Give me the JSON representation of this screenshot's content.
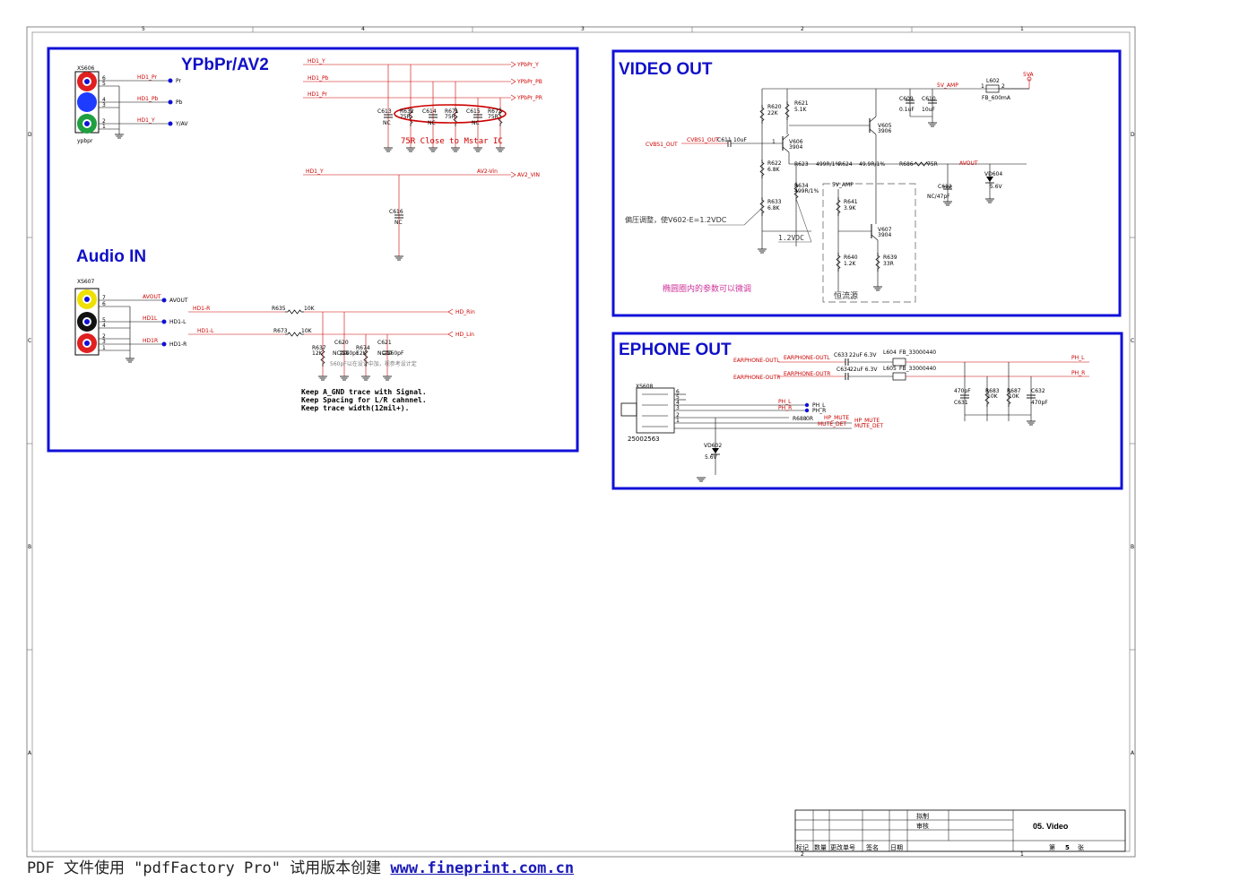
{
  "sections": {
    "ypbpr": {
      "title": "YPbPr/AV2",
      "connector_ref": "XS606",
      "connector_name": "ypbpr",
      "pins": [
        "6",
        "5",
        "4",
        "3",
        "2",
        "1"
      ],
      "nets": [
        "HD1_Pr",
        "HD1_Pb",
        "HD1_Y"
      ],
      "ports": [
        "Pr",
        "Pb",
        "Y/AV"
      ],
      "pin_one": "1",
      "bus_nets": [
        "HD1_Y",
        "HD1_Pb",
        "HD1_Pr"
      ],
      "bus_ports": [
        "YPbPr_Y",
        "YPbPr_PB",
        "YPbPr_PR"
      ],
      "parts": [
        {
          "ref": "C613",
          "val": "NC"
        },
        {
          "ref": "R632",
          "val": "75R"
        },
        {
          "ref": "C614",
          "val": "NC"
        },
        {
          "ref": "R671",
          "val": "75R"
        },
        {
          "ref": "C615",
          "val": "NC"
        },
        {
          "ref": "R672",
          "val": "75R"
        }
      ],
      "note": "75R Close to Mstar IC",
      "av_net": "HD1_Y",
      "av_port": "AV2_VIN",
      "av_net2": "AV2-Vin",
      "cap": {
        "ref": "C616",
        "val": "NC"
      }
    },
    "audio": {
      "title": "Audio IN",
      "connector_ref": "XS607",
      "pins": [
        "7",
        "6",
        "5",
        "4",
        "2",
        "3",
        "1"
      ],
      "nets": [
        "AVOUT",
        "HD1L",
        "HD1R"
      ],
      "ports": [
        "AVOUT",
        "HD1-L",
        "HD1-R"
      ],
      "lines": [
        {
          "net": "HD1-R",
          "res": "R635",
          "val": "10K",
          "port": "HD_Rin"
        },
        {
          "net": "HD1-L",
          "res": "R673",
          "val": "10K",
          "port": "HD_Lin"
        }
      ],
      "parts": [
        {
          "ref": "R637",
          "val": "12K"
        },
        {
          "ref": "C620",
          "val": "NC/560pF"
        },
        {
          "ref": "R674",
          "val": "12K"
        },
        {
          "ref": "C621",
          "val": "NC/560pF"
        }
      ],
      "small_note": "560pF以在设计中加，视参考设计定",
      "notes": [
        "Keep A_GND trace with Signal.",
        "Keep Spacing for L/R cahnnel.",
        "Keep trace width(12mil+)."
      ]
    },
    "video_out": {
      "title": "VIDEO OUT",
      "input_net": "CVBS1_OUT",
      "input_net2": "CVBS1_OUT",
      "c611": {
        "ref": "C611",
        "val": "10uF"
      },
      "parts": [
        {
          "ref": "R620",
          "val": "22K"
        },
        {
          "ref": "R621",
          "val": "5.1K"
        },
        {
          "ref": "R622",
          "val": "6.8K"
        },
        {
          "ref": "R633",
          "val": "6.8K"
        },
        {
          "ref": "R634",
          "val": "499R/1%"
        },
        {
          "ref": "R641",
          "val": "3.9K"
        },
        {
          "ref": "R640",
          "val": "1.2K"
        },
        {
          "ref": "R639",
          "val": "33R"
        }
      ],
      "q_v606": {
        "ref": "V606",
        "type": "3904"
      },
      "q_v605": {
        "ref": "V605",
        "type": "3906"
      },
      "q_v607": {
        "ref": "V607",
        "type": "3904"
      },
      "r623": "R623",
      "r623_val": "499R/1%",
      "r624": "R624",
      "r624_val": "49.9R/1%",
      "r686": "R686",
      "r686_val": "75R",
      "avout": "AVOUT",
      "c609": {
        "ref": "C609",
        "val": "0.1uF"
      },
      "c610": {
        "ref": "C610",
        "val": "10uF"
      },
      "net_5vamp": "5V_AMP",
      "l602": {
        "ref": "L602",
        "val": "FB_600mA"
      },
      "v5": "5VA",
      "c612": {
        "ref": "C612",
        "val": "NC/47pF"
      },
      "vd604": {
        "ref": "VD604",
        "val": "5.6V"
      },
      "note_bias": "偏压调整，使V602-E=1.2VDC",
      "note_vdc": "1.2VDC",
      "note_ellipse": "椭圆圈内的参数可以微调",
      "note_source": "恒流源",
      "pin_labels": [
        "1",
        "2",
        "3",
        "1",
        "2",
        "1"
      ]
    },
    "ephone": {
      "title": "EPHONE OUT",
      "in_l": "EARPHONE-OUTL",
      "in_r": "EARPHONE-OUTR",
      "net_l": "EARPHONE-OUTL",
      "net_r": "EARPHONE-OUTR",
      "c633": {
        "ref": "C633",
        "val": "22uF 6.3V"
      },
      "c634": {
        "ref": "C634",
        "val": "22uF 6.3V"
      },
      "l604": {
        "ref": "L604",
        "val": "FB_33000440"
      },
      "l605": {
        "ref": "L605",
        "val": "FB_33000440"
      },
      "out_l": "PH_L",
      "out_r": "PH_R",
      "c631": {
        "ref": "C631",
        "val": "470pF"
      },
      "r683": {
        "ref": "R683",
        "val": "10K"
      },
      "r687": {
        "ref": "R687",
        "val": "10K"
      },
      "c632": {
        "ref": "C632",
        "val": "470pF"
      },
      "jack_ref": "XS608",
      "jack_part": "25002563",
      "jack_pins": [
        "6",
        "5",
        "4",
        "3",
        "2",
        "1"
      ],
      "ph_l": "PH_L",
      "ph_r": "PH_R",
      "r688": {
        "ref": "R688",
        "val": "0R"
      },
      "hp_mute": "HP_MUTE",
      "mute_det": "MUTE_DET",
      "vd602": {
        "ref": "VD602",
        "val": "5.6V"
      }
    }
  },
  "title_block": {
    "row1": "拟制",
    "row2": "审核",
    "sheet_title": "05. Video",
    "headers": [
      "标记",
      "数量",
      "更改单号",
      "签名",
      "日期"
    ],
    "page_prefix": "第",
    "page_num": "5",
    "page_suffix": "张"
  },
  "border": {
    "top_marks": [
      "5",
      "4",
      "3",
      "2",
      "1"
    ],
    "side_marks": [
      "D",
      "C",
      "B",
      "A"
    ]
  },
  "footer": {
    "text": "PDF 文件使用 \"pdfFactory Pro\" 试用版本创建 ",
    "link": "www.fineprint.com.cn"
  },
  "colors": {
    "frame": "#1010d8",
    "wire": "#cc0000",
    "text": "#000000"
  }
}
